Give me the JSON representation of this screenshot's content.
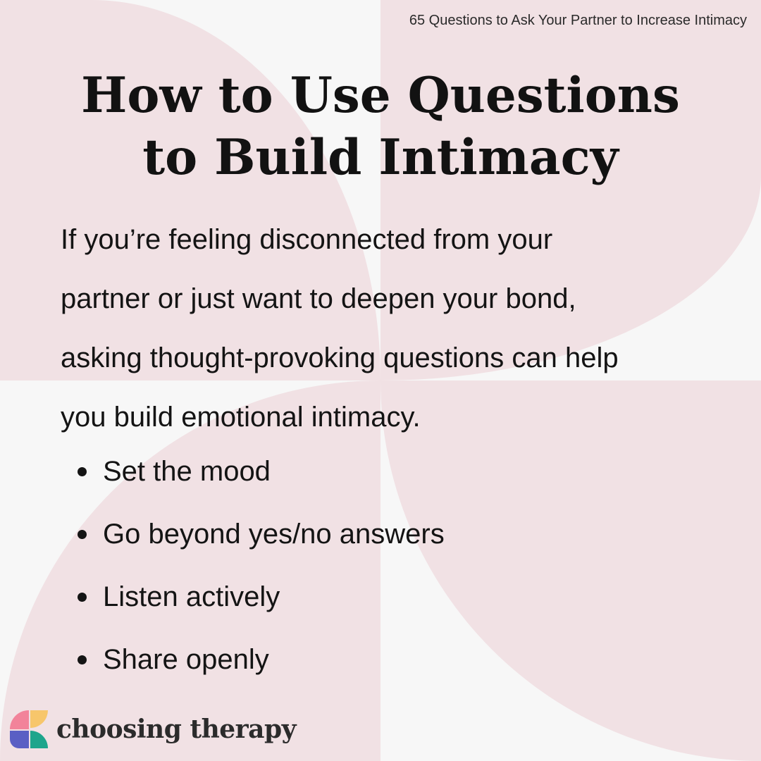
{
  "header": {
    "article_title": "65 Questions to Ask Your Partner to Increase Intimacy"
  },
  "title": {
    "line1": "How to Use Questions",
    "line2": "to Build Intimacy"
  },
  "intro": {
    "lines": [
      "If you’re feeling disconnected from your",
      "partner or just want to deepen your bond,",
      "asking thought-provoking questions can help",
      "you build emotional intimacy."
    ]
  },
  "tips": [
    "Set the mood",
    "Go beyond yes/no answers",
    "Listen actively",
    "Share openly"
  ],
  "brand": {
    "name": "choosing therapy",
    "logo_icon": "choosing-therapy-logo-icon"
  },
  "colors": {
    "background": "#f7f7f7",
    "blush": "#f1e1e4",
    "text": "#141414",
    "logo_pink": "#f2839a",
    "logo_yellow": "#f7c66b",
    "logo_blue": "#5a5fc4",
    "logo_teal": "#1ea58c"
  }
}
